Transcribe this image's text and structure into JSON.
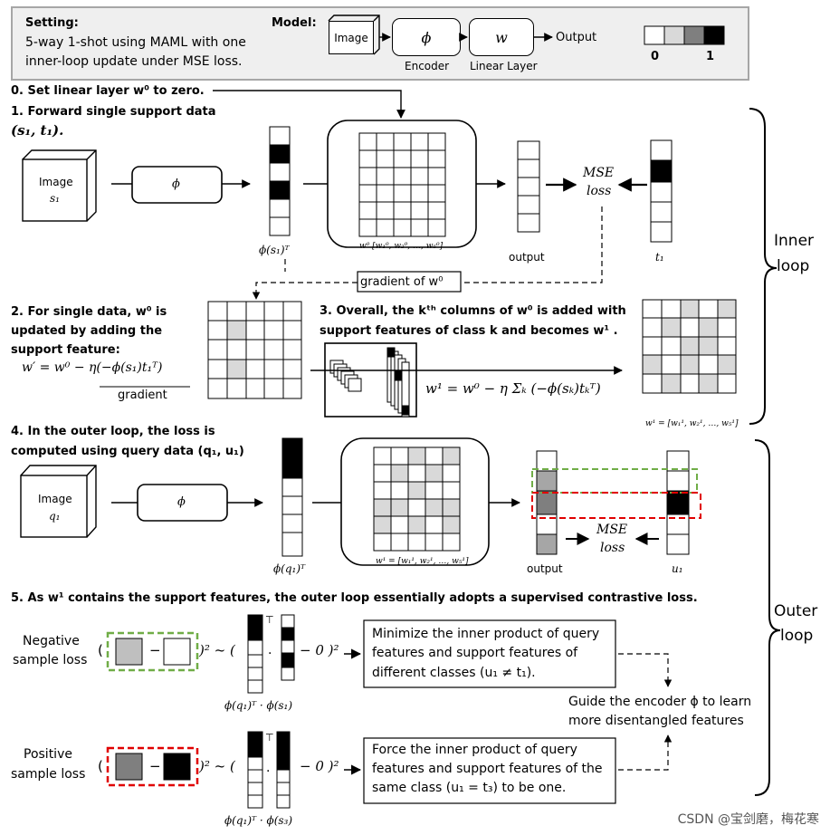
{
  "setting": {
    "title": "Setting:",
    "line1": "5-way 1-shot using MAML with one",
    "line2": "inner-loop update under MSE loss."
  },
  "model": {
    "title": "Model:",
    "image": "Image",
    "encoder_symbol": "ϕ",
    "encoder_label": "Encoder",
    "linear_symbol": "w",
    "linear_label": "Linear Layer",
    "output": "Output",
    "scale_min": "0",
    "scale_max": "1"
  },
  "step0": "0. Set linear layer w⁰ to zero.",
  "step1": {
    "line1": "1. Forward single support data",
    "line2": "(s₁, t₁)."
  },
  "row1": {
    "image_label": "Image",
    "image_sub": "s₁",
    "phi": "ϕ",
    "feat_label": "ϕ(s₁)ᵀ",
    "matrix_label": "w⁰    [w₁⁰, w₂⁰, …, w₅⁰]",
    "output_label": "output",
    "mse1": "MSE",
    "mse2": "loss",
    "target_label": "t₁",
    "gradient": "gradient of w⁰"
  },
  "loop_labels": {
    "inner1": "Inner",
    "inner2": "loop",
    "outer1": "Outer",
    "outer2": "loop"
  },
  "step2": {
    "line1": "2. For single data, w⁰ is",
    "line2": "updated by adding the",
    "line3": "support feature:",
    "formula": "w′ = w⁰ − η(−ϕ(s₁)t₁ᵀ)",
    "gradient_word": "gradient"
  },
  "step3": {
    "line1": "3. Overall, the kᵗʰ columns of w⁰ is added with",
    "line2": "support features of class k and becomes w¹ .",
    "formula": "w¹ = w⁰ − η Σₖ (−ϕ(sₖ)tₖᵀ)",
    "matrix_label": "w¹ = [w₁¹, w₂¹, …, w₅¹]"
  },
  "step4": {
    "line1": "4. In the outer loop, the loss is",
    "line2": "computed using query data (q₁, u₁)",
    "image_label": "Image",
    "image_sub": "q₁",
    "phi": "ϕ",
    "feat_label": "ϕ(q₁)ᵀ",
    "matrix_label": "w¹ = [w₁¹, w₂¹, …, w₅¹]",
    "output_label": "output",
    "mse1": "MSE",
    "mse2": "loss",
    "target_label": "u₁"
  },
  "step5": {
    "line1": "5. As w¹ contains the support features, the outer loop essentially adopts a supervised contrastive loss.",
    "neg1": "Negative",
    "neg2": "sample loss",
    "pos1": "Positive",
    "pos2": "sample loss",
    "sq": ")² ~ (",
    "minus0": "− 0 )²",
    "neg_feat": "ϕ(q₁)ᵀ · ϕ(s₁)",
    "pos_feat": "ϕ(q₁)ᵀ · ϕ(s₃)",
    "neg_box1": "Minimize the inner product of query",
    "neg_box2": "features and support features of",
    "neg_box3": "different classes (u₁ ≠ t₁).",
    "pos_box1": "Force the inner product of query",
    "pos_box2": "features and support features of the",
    "pos_box3": "same class (u₁ = t₃) to be one.",
    "guide1": "Guide the encoder ϕ to learn",
    "guide2": "more disentangled features",
    "transpose": "⊤",
    "dot": "·",
    "minus": "−",
    "open": "("
  },
  "watermark": "CSDN @宝剑磨，梅花寒",
  "colors": {
    "green": "#70ad47",
    "red": "#e00000",
    "gray_light": "#d9d9d9",
    "gray_mid": "#a6a6a6",
    "gray_dark": "#7f7f7f"
  }
}
